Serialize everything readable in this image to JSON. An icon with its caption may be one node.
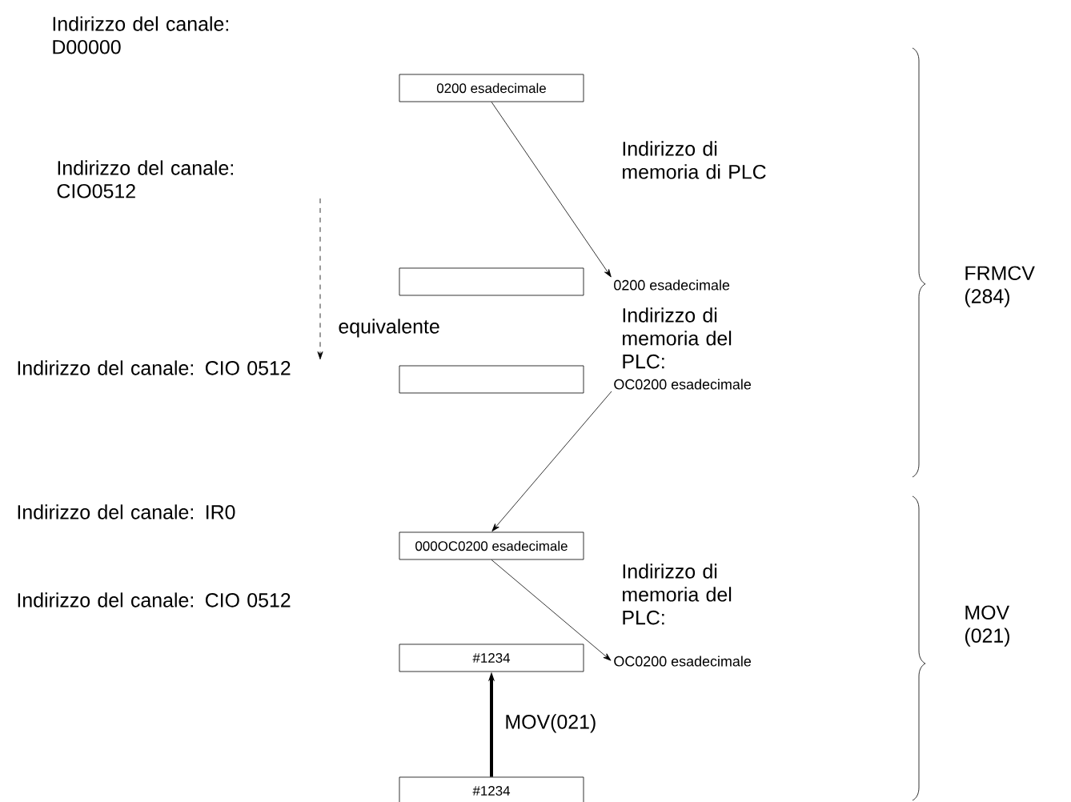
{
  "diagram": {
    "nodes": [
      {
        "text": [
          "0200 esadecimale"
        ]
      },
      {
        "text": [
          "Indirizzo del canale: CIO0512"
        ]
      },
      {
        "text": [
          "0200 esadecimale"
        ]
      },
      {
        "text": [],
        "shape": "box"
      },
      {
        "text": [],
        "shape": "box"
      },
      {
        "text": [
          "Indirizzo del canale: CIO 0512"
        ]
      },
      {
        "text": [
          "OC0200 esadecimale"
        ]
      },
      {
        "text": [
          "000OC0200 esadecimale"
        ]
      },
      {
        "text": [
          "OC0200 esadecimale"
        ]
      },
      {
        "text": [
          "#1234"
        ]
      },
      {
        "text": [
          "#1234"
        ]
      }
    ],
    "edges": [
      {
        "from": 0,
        "to": 2,
        "arrow": "to"
      },
      {
        "from": 1,
        "to": 5,
        "arrow": "to",
        "label": "equivalente",
        "style": "dashed"
      },
      {
        "from": 6,
        "to": 7,
        "arrow": "to"
      },
      {
        "from": 7,
        "to": 8,
        "arrow": "to"
      },
      {
        "from": 10,
        "to": 9,
        "arrow": "to",
        "label": "MOV(021)",
        "style": "thick"
      }
    ],
    "labels": [
      "Indirizzo del canale: D00000",
      "Indirizzo di memoria di PLC",
      "Indirizzo di memoria del PLC:",
      "FRMCV (284)",
      "Indirizzo del canale: IR0",
      "Indirizzo del canale: CIO 0512",
      "Indirizzo di memoria del PLC:",
      "MOV (021)"
    ]
  }
}
